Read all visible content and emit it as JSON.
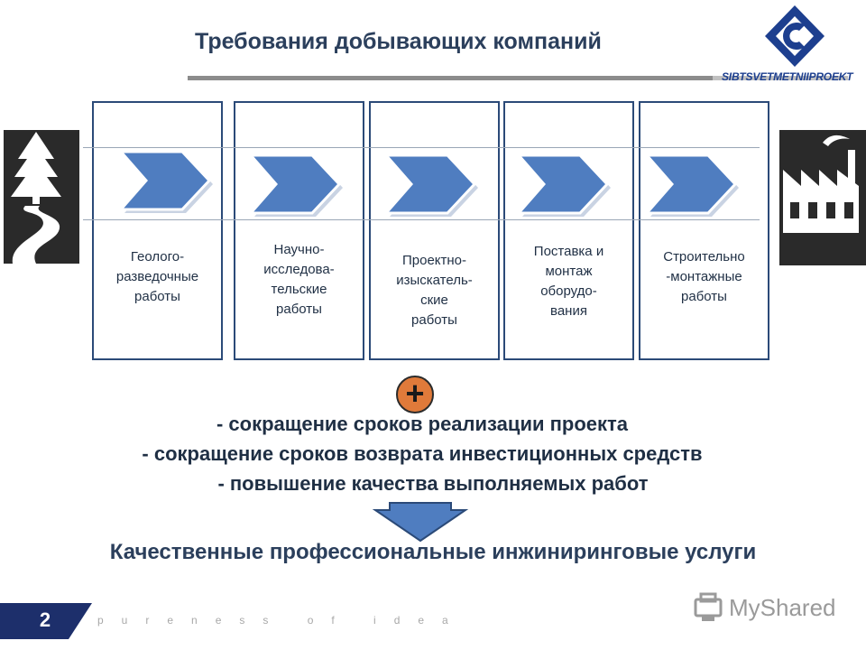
{
  "header": {
    "title": "Требования добывающих компаний",
    "logo_text": "SIBTSVETMETNIIPROEKT"
  },
  "stages": [
    {
      "label": "Геолого-\nразведочные\nработы"
    },
    {
      "label": "Научно-\nисследова-\nтельские\nработы"
    },
    {
      "label": "Проектно-\nизыскатель-\nские\nработы"
    },
    {
      "label": "Поставка и\nмонтаж\nоборудо-\nвания"
    },
    {
      "label": "Строительно\n-монтажные\nработы"
    }
  ],
  "plus_symbol": "+",
  "benefits": [
    "- сокращение сроков реализации проекта",
    "- сокращение сроков возврата инвестиционных средств",
    "- повышение качества выполняемых работ"
  ],
  "result": "Качественные профессиональные инжиниринговые услуги",
  "footer": {
    "page_number": "2",
    "slogan": "pureness of idea",
    "watermark": "MyShared"
  },
  "colors": {
    "chevron": "#4f7dc0",
    "plus": "#e07a3a",
    "down_arrow": "#4f7dc0",
    "page_badge": "#1d2f6b",
    "frame": "#2b4a78"
  },
  "icons": {
    "left": "forest-road-icon",
    "right": "factory-icon",
    "logo": "company-logo-icon"
  }
}
